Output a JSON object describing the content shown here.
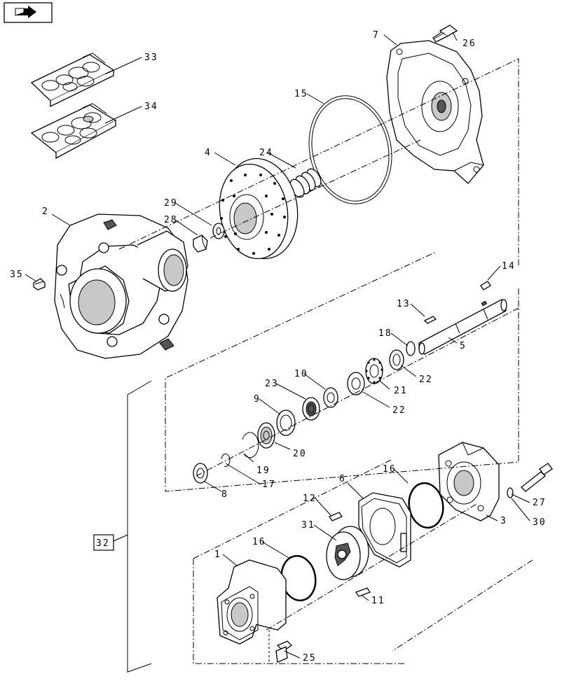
{
  "callouts": {
    "c1": "1",
    "c2": "2",
    "c3": "3",
    "c4": "4",
    "c5": "5",
    "c6": "6",
    "c7": "7",
    "c8": "8",
    "c9": "9",
    "c10": "10",
    "c11": "11",
    "c12": "12",
    "c13": "13",
    "c14": "14",
    "c15": "15",
    "c16a": "16",
    "c16b": "16",
    "c17": "17",
    "c18": "18",
    "c19": "19",
    "c20": "20",
    "c21": "21",
    "c22a": "22",
    "c22b": "22",
    "c23": "23",
    "c24": "24",
    "c25": "25",
    "c26": "26",
    "c27": "27",
    "c28": "28",
    "c29": "29",
    "c30": "30",
    "c31": "31",
    "c32": "32",
    "c33": "33",
    "c34": "34",
    "c35": "35"
  },
  "icons": {
    "nav": "turn-page-arrow-icon"
  }
}
